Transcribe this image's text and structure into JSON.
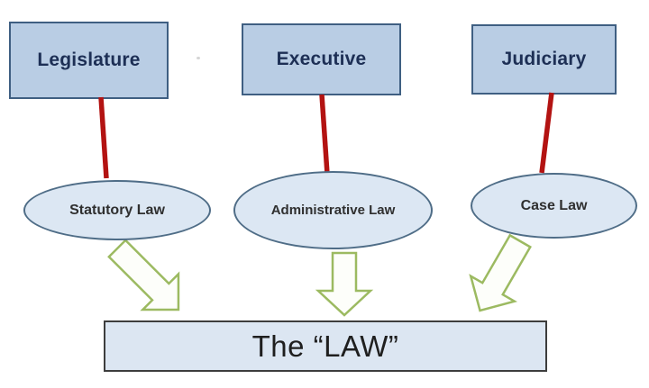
{
  "diagram": {
    "type": "flowchart",
    "branches": [
      {
        "id": "legislature",
        "box_label": "Legislature",
        "ellipse_label": "Statutory Law"
      },
      {
        "id": "executive",
        "box_label": "Executive",
        "ellipse_label": "Administrative Law"
      },
      {
        "id": "judiciary",
        "box_label": "Judiciary",
        "ellipse_label": "Case Law"
      }
    ],
    "result_label": "The “LAW”",
    "relationships": [
      "Legislature → Statutory Law → The “LAW”",
      "Executive → Administrative Law → The “LAW”",
      "Judiciary → Case Law → The “LAW”"
    ],
    "colors": {
      "box_fill": "#b9cde4",
      "box_border": "#3f5f82",
      "ellipse_fill": "#dce7f3",
      "ellipse_border": "#4f6d87",
      "connector_red": "#b31312",
      "arrow_green": "#9cba61",
      "result_fill": "#dce6f2",
      "result_border": "#3d3d3d",
      "box_text": "#1d2f55",
      "ellipse_text": "#2f2f2f",
      "result_text": "#1f1f1f",
      "bg": "#ffffff"
    }
  }
}
